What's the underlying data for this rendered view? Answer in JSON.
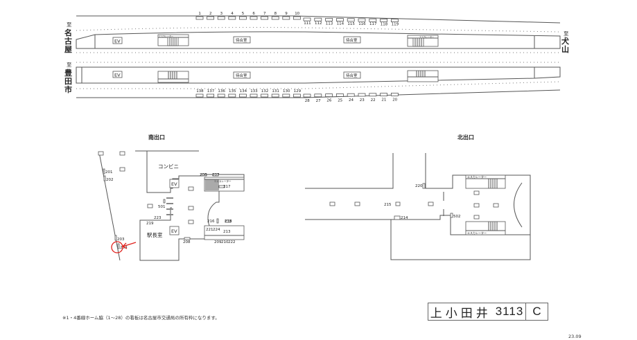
{
  "platform": {
    "left_upper_to": "至",
    "left_upper_dest": "名古屋",
    "left_lower_to": "至",
    "left_lower_dest": "豊田市",
    "right_to": "至",
    "right_dest": "犬山",
    "ev_label": "EV",
    "waiting_room": "待合室",
    "escalator_label": "エスカレーター",
    "signs_top_a": [
      "1",
      "2",
      "3",
      "4",
      "5",
      "6",
      "7",
      "8",
      "9",
      "10"
    ],
    "signs_top_b": [
      "111",
      "112",
      "113",
      "114",
      "115",
      "116",
      "117",
      "118",
      "119"
    ],
    "signs_bottom_a": [
      "138",
      "137",
      "136",
      "135",
      "134",
      "133",
      "132",
      "131",
      "130",
      "129"
    ],
    "signs_bottom_b": [
      "28",
      "27",
      "26",
      "25",
      "24",
      "23",
      "22",
      "21",
      "20"
    ]
  },
  "south": {
    "title": "南出口",
    "konbini": "コンビニ",
    "station_office": "駅長室",
    "ev_label": "EV",
    "escalator_label": "エスカレーター",
    "labels": {
      "201": "201",
      "202": "202",
      "203": "203",
      "204": "204",
      "206": "206",
      "207": "207",
      "217": "217",
      "501": "501",
      "223": "223",
      "219": "219",
      "208": "208",
      "216": "216",
      "218": "218",
      "221": "221",
      "224": "224",
      "213": "213",
      "209": "209",
      "210": "210",
      "222": "222"
    },
    "highlight_color": "#e0201c"
  },
  "north": {
    "title": "北出口",
    "escalator_label": "エスカレーター",
    "labels": {
      "220": "220",
      "215": "215",
      "214": "214",
      "502": "502"
    }
  },
  "footer": {
    "note": "※1・4番線ホーム脇（1〜28）の看板は名古屋市交通局の所有枠になります。",
    "station_name": "上小田井",
    "station_code": "3113",
    "grade": "C",
    "version": "23.09"
  }
}
